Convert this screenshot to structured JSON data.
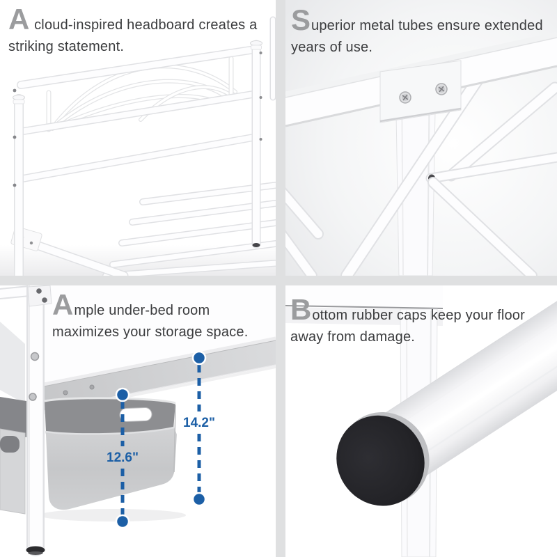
{
  "features": [
    {
      "id": "headboard",
      "dropcap": "A",
      "text_rest": " cloud-inspired headboard creates a",
      "text_line2": "striking statement."
    },
    {
      "id": "metal-tubes",
      "dropcap": "S",
      "text_rest": "uperior metal tubes ensure extended",
      "text_line2": "years of use."
    },
    {
      "id": "under-bed-storage",
      "dropcap": "A",
      "text_rest": "mple under-bed room",
      "text_line2": "maximizes your storage space."
    },
    {
      "id": "rubber-caps",
      "dropcap": "B",
      "text_rest": "ottom rubber caps keep your floor",
      "text_line2": "away from damage."
    }
  ],
  "measurements": {
    "basket_height": "12.6\"",
    "clearance_height": "14.2\""
  },
  "colors": {
    "accent_blue": "#1c5fa6",
    "text_dark": "#3b3c3e",
    "dropcap_gray": "#9b9c9e",
    "divider_gray": "#dfe0e1",
    "basket_gray": "#c9cacc",
    "cap_black": "#222226"
  }
}
